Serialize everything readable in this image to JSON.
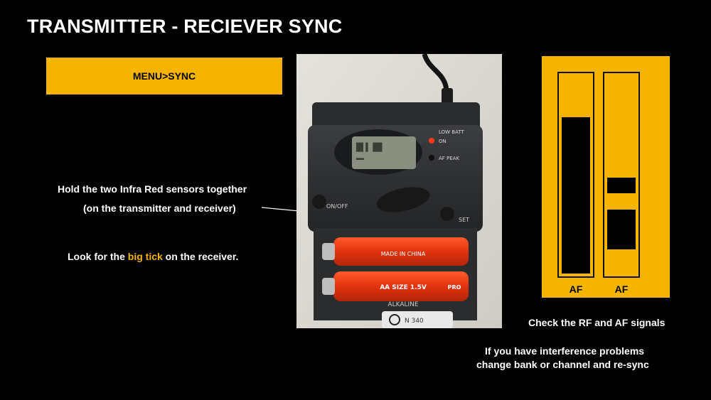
{
  "slide": {
    "title": "TRANSMITTER - RECIEVER SYNC",
    "menu_label": "MENU>SYNC",
    "hold_line1": "Hold the two Infra Red sensors together",
    "hold_line2": "(on the transmitter and receiver)",
    "look_prefix": "Look for the ",
    "look_highlight": "big tick",
    "look_suffix": " on the receiver.",
    "check_signals": "Check the RF and  AF signals",
    "interference_line1": "If you have interference problems",
    "interference_line2": "change bank or channel and re-sync"
  },
  "photo": {
    "low_batt": "LOW BATT",
    "on": "ON",
    "af_peak": "AF PEAK",
    "on_off": "ON/OFF",
    "set": "SET",
    "model": "N 340",
    "battery_size": "AA SIZE  1.5V",
    "battery_brand": "ALKALINE",
    "battery_origin": "MADE IN CHINA",
    "battery_pro": "PRO"
  },
  "meter": {
    "left_label": "AF",
    "right_label": "AF",
    "left_level": 0.78,
    "right_segments": [
      [
        0.12,
        0.32
      ],
      [
        0.4,
        0.48
      ]
    ],
    "colors": {
      "accent": "#f5b400",
      "bar": "#000000"
    }
  }
}
